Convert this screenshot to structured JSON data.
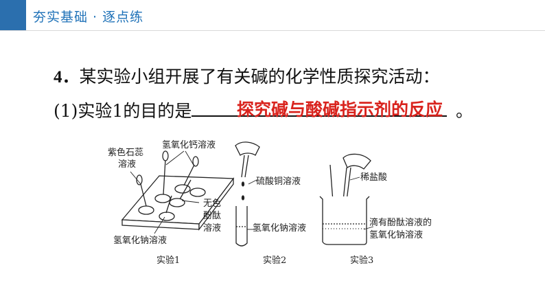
{
  "header": {
    "section_title": "夯实基础 · 逐点练"
  },
  "question": {
    "number": "4．",
    "stem": "某实验小组开展了有关碱的化学性质探究活动：",
    "sub_prefix": "(1)实验1的目的是",
    "answer": "探究碱与酸碱指示剂的反应",
    "end_punct": "。"
  },
  "figure": {
    "exp1": {
      "label_litmus": [
        "紫色石蕊",
        "溶液"
      ],
      "label_caoh": "氢氧化钙溶液",
      "label_phenol": [
        "无色",
        "酚酞",
        "溶液"
      ],
      "label_naoh": "氢氧化钠溶液",
      "caption": "实验1"
    },
    "exp2": {
      "label_cuso4": "硫酸铜溶液",
      "label_naoh": "氢氧化钠溶液",
      "caption": "实验2"
    },
    "exp3": {
      "label_hcl": "稀盐酸",
      "label_mix": [
        "滴有酚酞溶液的",
        "氢氧化钠溶液"
      ],
      "caption": "实验3"
    }
  }
}
